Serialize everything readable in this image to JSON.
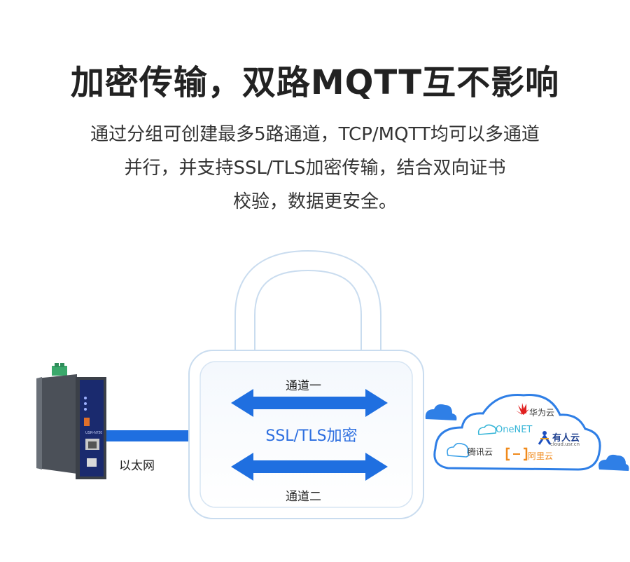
{
  "heading": "加密传输，双路MQTT互不影响",
  "description": {
    "line1": "通过分组可创建最多5路通道，TCP/MQTT均可以多通道",
    "line2": "并行，并支持SSL/TLS加密传输，结合双向证书",
    "line3": "校验，数据更安全。"
  },
  "diagram": {
    "channel1": "通道一",
    "channel2": "通道二",
    "encryption": "SSL/TLS加密",
    "ethernet": "以太网",
    "device_label": "USR-N720",
    "clouds": {
      "huawei": "华为云",
      "onenet": "OneNET",
      "youren": "有人云",
      "youren_sub": "cloud.usr.cn",
      "tencent": "腾讯云",
      "aliyun": "阿里云"
    }
  },
  "colors": {
    "arrow": "#1f6fe0",
    "lock_outline": "#b9cfe6",
    "cloud": "#2f7fe6"
  }
}
